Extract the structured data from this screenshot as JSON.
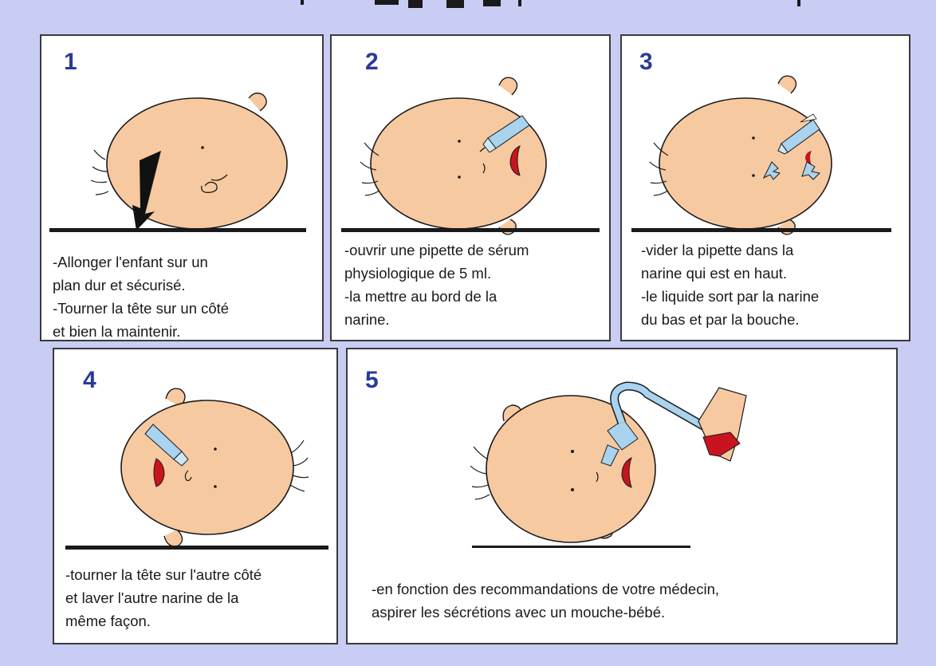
{
  "panels": [
    {
      "number": "1",
      "caption": [
        "-Allonger l'enfant sur un",
        "plan dur et sécurisé.",
        "-Tourner la tête sur un côté",
        "et bien la maintenir."
      ]
    },
    {
      "number": "2",
      "caption": [
        "-ouvrir une pipette de sérum",
        "physiologique de 5 ml.",
        "-la mettre au bord de la",
        "narine."
      ]
    },
    {
      "number": "3",
      "caption": [
        "-vider la pipette dans la",
        "narine qui est en haut.",
        "-le liquide sort par la narine",
        "du bas et par la bouche."
      ]
    },
    {
      "number": "4",
      "caption": [
        "-tourner la tête sur l'autre côté",
        "et laver l'autre narine de la",
        "même façon."
      ]
    },
    {
      "number": "5",
      "caption": [
        "-en fonction des recommandations de votre médecin,",
        "aspirer les sécrétions avec un mouche-bébé."
      ]
    }
  ],
  "colors": {
    "background": "#c9cdf4",
    "skin": "#f7c9a0",
    "mouth": "#c8141e",
    "pipette": "#a9d3ee",
    "number": "#2b3a9a"
  },
  "icons": [
    "rotation-arrow-icon",
    "pipette-icon",
    "liquid-drop-icon",
    "mouche-bebe-icon"
  ]
}
